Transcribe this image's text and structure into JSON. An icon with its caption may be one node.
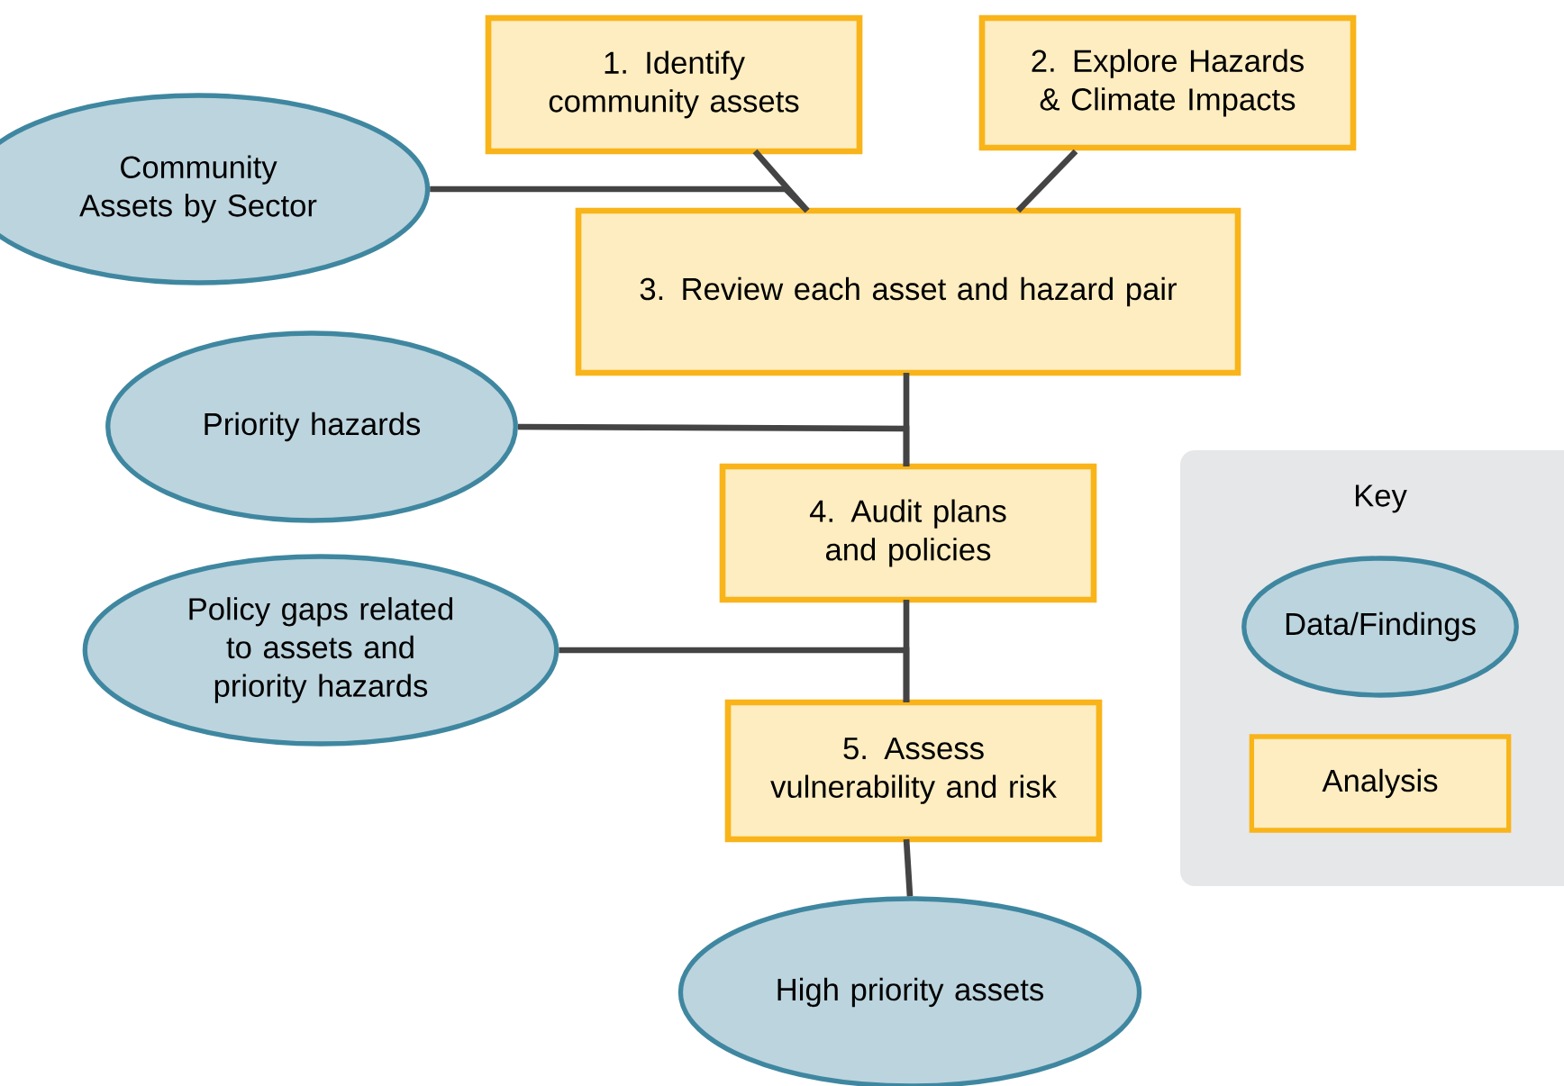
{
  "diagram": {
    "nodes": [
      {
        "text": [
          "1. Identify community assets"
        ]
      },
      {
        "text": [
          "2. Explore Hazards & Climate Impacts"
        ]
      },
      {
        "text": [
          "Community Assets by Sector"
        ]
      },
      {
        "text": [
          "3. Review each asset and hazard pair"
        ]
      },
      {
        "text": [
          "Priority hazards"
        ]
      },
      {
        "text": [
          "4. Audit plans and policies"
        ]
      },
      {
        "text": [
          "Policy gaps related to assets and priority hazards"
        ]
      },
      {
        "text": [
          "5. Assess vulnerability and risk"
        ]
      },
      {
        "text": [
          "High priority assets"
        ]
      }
    ],
    "edges": [
      {
        "from": 2,
        "to": 3,
        "arrow": "none"
      },
      {
        "from": 0,
        "to": 3,
        "arrow": "none"
      },
      {
        "from": 1,
        "to": 3,
        "arrow": "none"
      },
      {
        "from": 3,
        "to": 5,
        "arrow": "none"
      },
      {
        "from": 4,
        "to": 5,
        "arrow": "none"
      },
      {
        "from": 5,
        "to": 7,
        "arrow": "none"
      },
      {
        "from": 6,
        "to": 7,
        "arrow": "none"
      },
      {
        "from": 7,
        "to": 8,
        "arrow": "none"
      }
    ],
    "labels": [
      "Key"
    ],
    "legend": [
      {
        "text": "Data/Findings"
      },
      {
        "text": "Analysis"
      }
    ]
  }
}
